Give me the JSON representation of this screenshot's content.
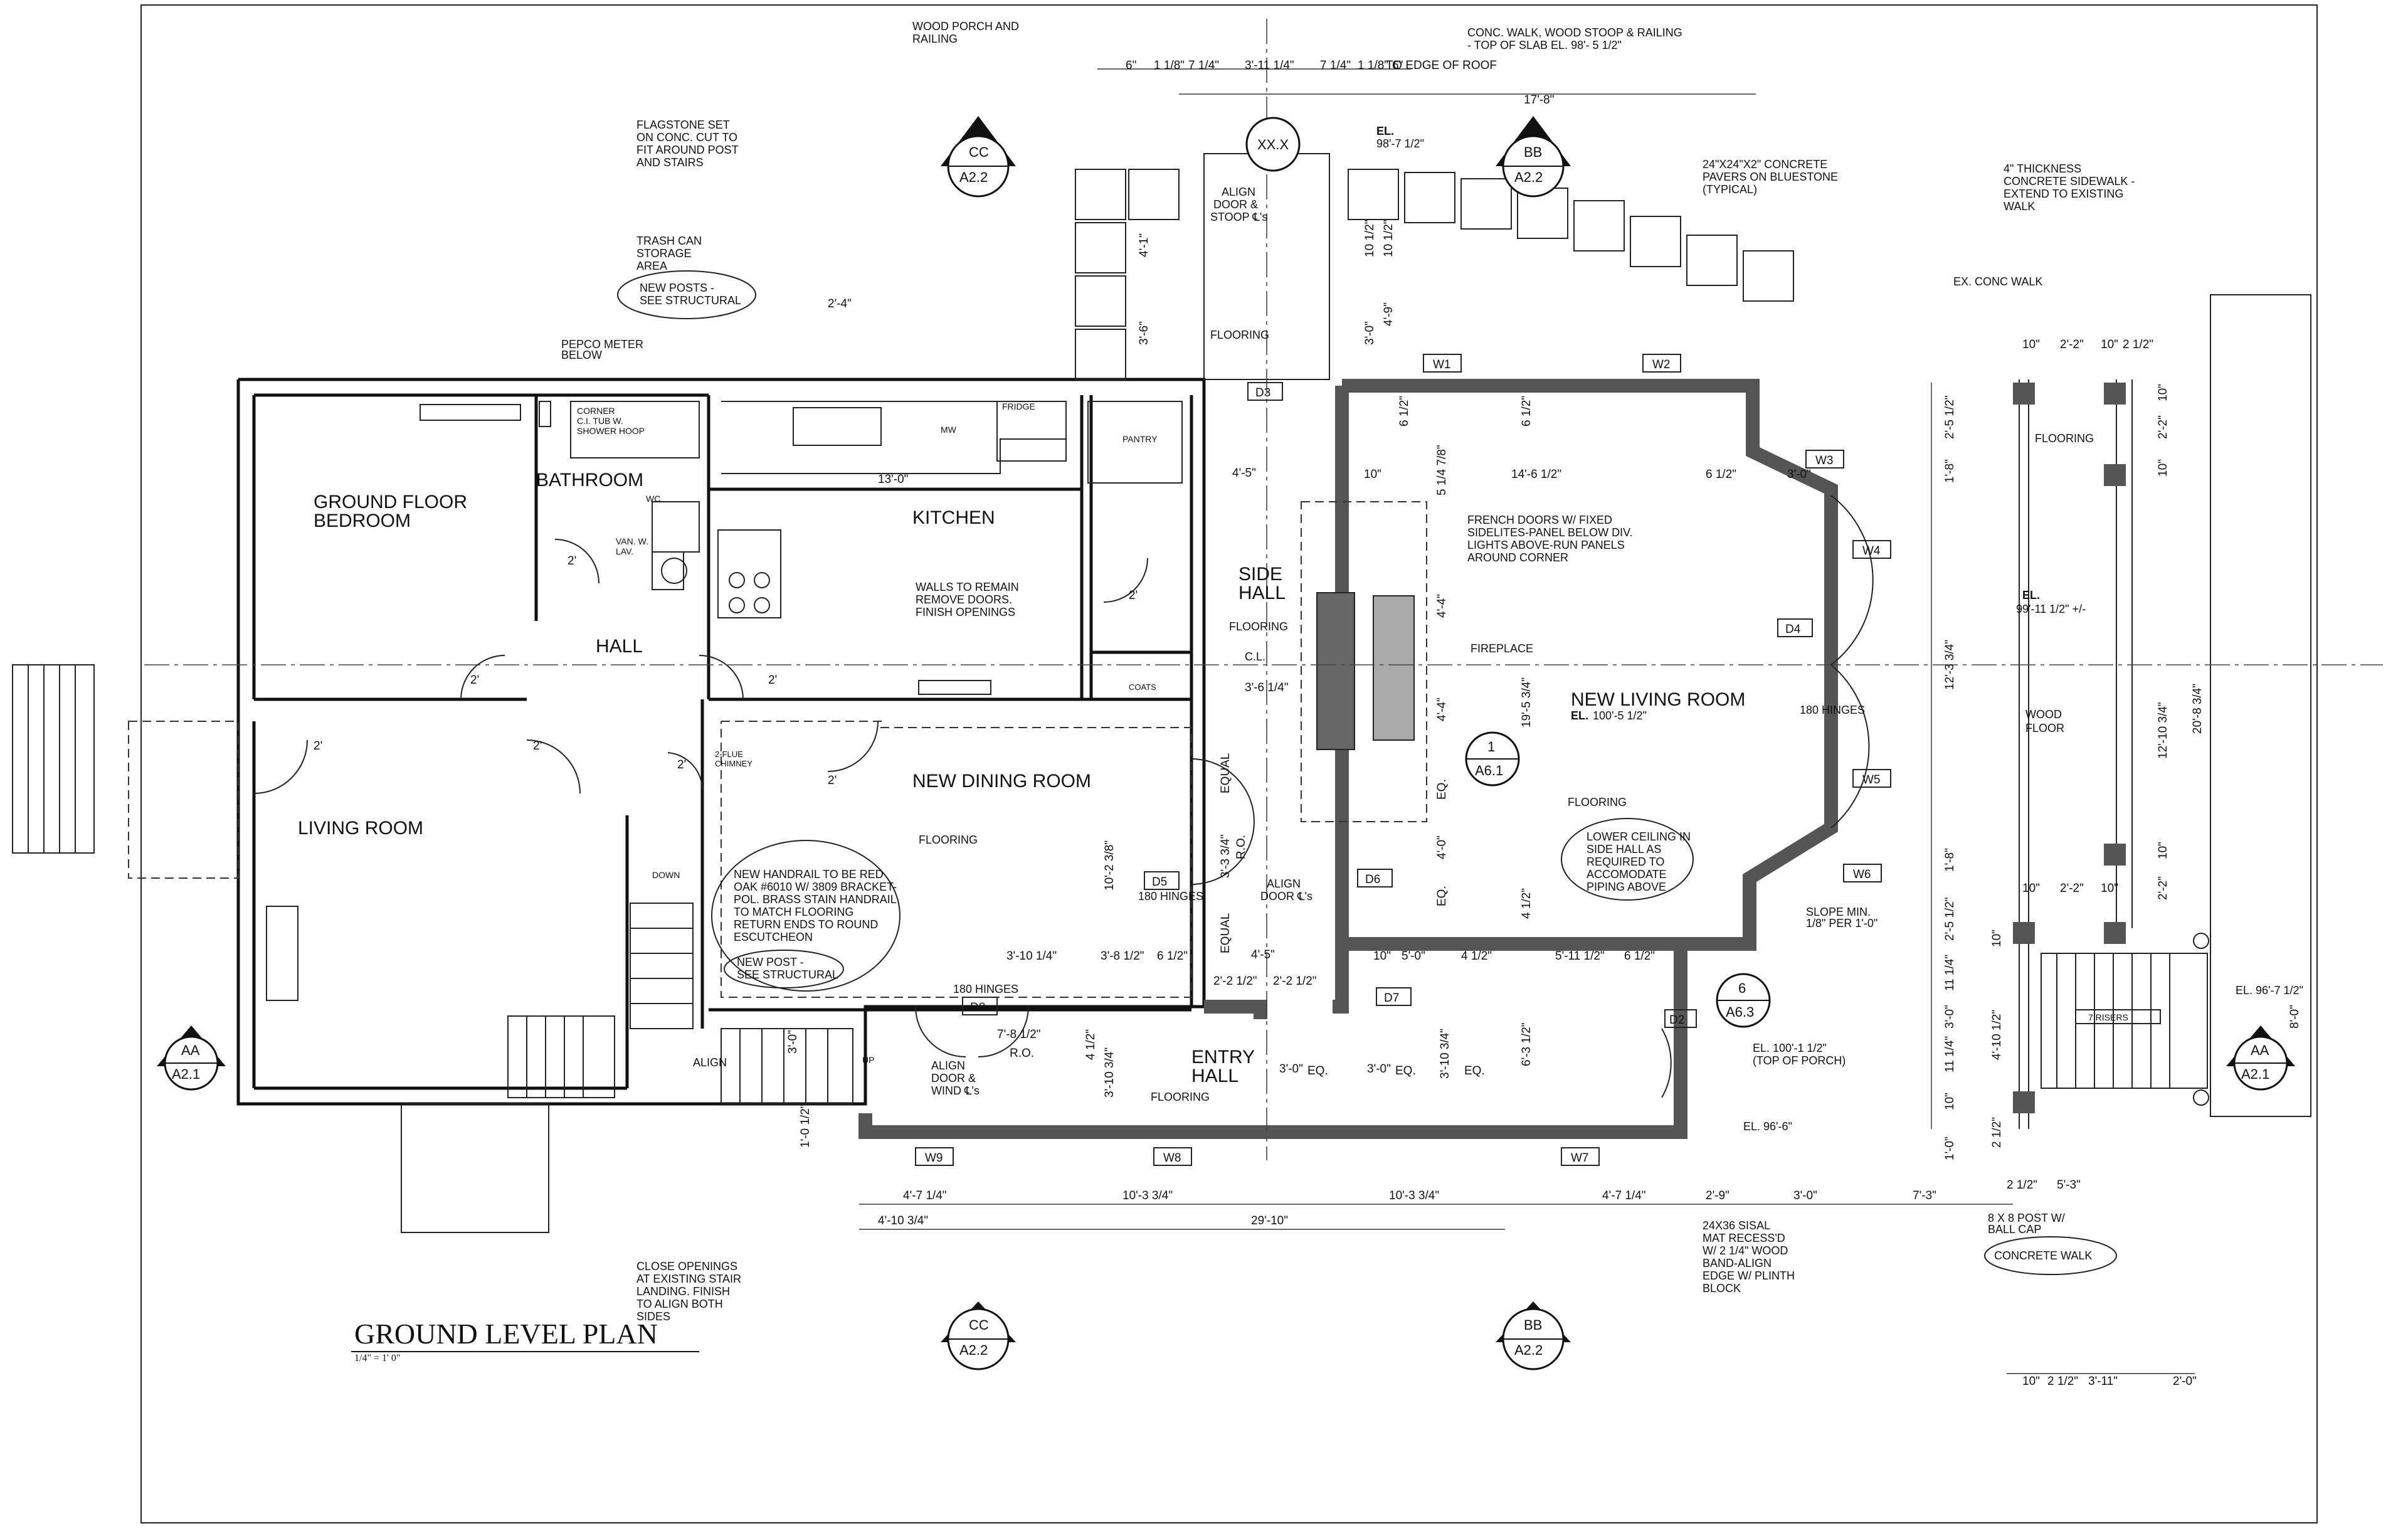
{
  "title": "GROUND LEVEL PLAN",
  "scale": "1/4\" = 1' 0\"",
  "rooms": {
    "ground_floor_bedroom_1": "GROUND FLOOR",
    "ground_floor_bedroom_2": "BEDROOM",
    "bathroom": "BATHROOM",
    "kitchen": "KITCHEN",
    "hall": "HALL",
    "side_hall_1": "SIDE",
    "side_hall_2": "HALL",
    "living_room": "LIVING ROOM",
    "new_dining_room": "NEW DINING ROOM",
    "new_living_room": "NEW LIVING ROOM",
    "entry_hall_1": "ENTRY",
    "entry_hall_2": "HALL",
    "wood_floor_1": "WOOD",
    "wood_floor_2": "FLOOR"
  },
  "notes": {
    "wood_porch": [
      "WOOD PORCH AND",
      "RAILING"
    ],
    "conc_walk": [
      "CONC. WALK, WOOD STOOP & RAILING",
      "- TOP OF SLAB EL. 98'- 5 1/2\""
    ],
    "flagstone": [
      "FLAGSTONE SET",
      "ON CONC. CUT TO",
      "FIT AROUND POST",
      "AND STAIRS"
    ],
    "pavers": [
      "24\"X24\"X2\" CONCRETE",
      "PAVERS ON BLUESTONE",
      "(TYPICAL)"
    ],
    "sidewalk": [
      "4\" THICKNESS",
      "CONCRETE SIDEWALK -",
      "EXTEND TO EXISTING",
      "WALK"
    ],
    "trash": [
      "TRASH CAN",
      "STORAGE",
      "AREA"
    ],
    "new_posts": [
      "NEW POSTS -",
      "SEE STRUCTURAL"
    ],
    "pepco": [
      "PEPCO METER",
      "BELOW"
    ],
    "tub": [
      "CORNER",
      "C.I. TUB W.",
      "SHOWER HOOP"
    ],
    "van": [
      "VAN. W.",
      "LAV."
    ],
    "walls_remain": [
      "WALLS TO REMAIN",
      "REMOVE DOORS.",
      "FINISH OPENINGS"
    ],
    "french_doors": [
      "FRENCH DOORS W/ FIXED",
      "SIDELITES-PANEL BELOW DIV.",
      "LIGHTS ABOVE-RUN PANELS",
      "AROUND CORNER"
    ],
    "fireplace": "FIREPLACE",
    "align_door": [
      "ALIGN",
      "DOOR &",
      "STOOP ℄'s"
    ],
    "handrail": [
      "NEW HANDRAIL TO BE RED",
      "OAK #6010 W/ 3809 BRACKET-",
      "POL. BRASS STAIN HANDRAIL",
      "TO MATCH FLOORING",
      "RETURN ENDS TO ROUND",
      "ESCUTCHEON"
    ],
    "new_post": [
      "NEW POST -",
      "SEE STRUCTURAL"
    ],
    "lower_ceiling": [
      "LOWER CEILING IN",
      "SIDE HALL AS",
      "REQUIRED TO",
      "ACCOMODATE",
      "PIPING ABOVE"
    ],
    "slope": [
      "SLOPE MIN.",
      "1/8\" PER 1'-0\""
    ],
    "sisal": [
      "24X36 SISAL",
      "MAT RECESS'D",
      "W/ 2 1/4\" WOOD",
      "BAND-ALIGN",
      "EDGE W/ PLINTH",
      "BLOCK"
    ],
    "close_openings": [
      "CLOSE OPENINGS",
      "AT EXISTING STAIR",
      "LANDING. FINISH",
      "TO ALIGN BOTH",
      "SIDES"
    ],
    "post_cap": [
      "8 X 8 POST W/",
      "BALL CAP"
    ],
    "concrete_walk": "CONCRETE WALK",
    "ex_conc_walk": "EX. CONC WALK",
    "hinges_living": "180 HINGES",
    "hinges_d5": "180 HINGES",
    "hinges_d8": "180 HINGES",
    "align_wind": [
      "ALIGN",
      "DOOR &",
      "WIND ℄'s"
    ],
    "align_door_cl": [
      "ALIGN",
      "DOOR ℄'s"
    ],
    "fridge": "FRIDGE",
    "mw": "MW",
    "pantry": "PANTRY",
    "coats": "COATS",
    "wc": "WC",
    "chimney": [
      "2-FLUE",
      "CHIMNEY"
    ],
    "down": "DOWN",
    "up": "UP",
    "align": "ALIGN",
    "seven_risers": "7 RISERS",
    "to_edge_roof": "TO EDGE OF ROOF",
    "cl": "C.L."
  },
  "flooring": "FLOORING",
  "elevations": {
    "stoop": [
      "EL.",
      "98'-7 1/2\""
    ],
    "porch": [
      "EL.",
      "99'-11 1/2\" +/-"
    ],
    "living": [
      "EL.",
      "100'-5 1/2\""
    ],
    "porch_top": [
      "EL. 100'-1 1/2\"",
      "(TOP OF PORCH)"
    ],
    "entry_low": "EL. 96'-6\"",
    "stair_right": "EL. 96'-7 1/2\""
  },
  "tags": {
    "windows": [
      "W1",
      "W2",
      "W3",
      "W4",
      "W5",
      "W6",
      "W7",
      "W8",
      "W9"
    ],
    "doors": [
      "D2",
      "D3",
      "D4",
      "D5",
      "D6",
      "D7",
      "D8"
    ]
  },
  "sections": {
    "cc": [
      "CC",
      "A2.2"
    ],
    "bb": [
      "BB",
      "A2.2"
    ],
    "aa": [
      "AA",
      "A2.1"
    ],
    "xx": "XX.X",
    "detail1": [
      "1",
      "A6.1"
    ],
    "detail6": [
      "6",
      "A6.3"
    ]
  },
  "dims": {
    "top": [
      "6\"",
      "1 1/8\"",
      "7 1/4\"",
      "3'-11 1/4\"",
      "7 1/4\"",
      "1 1/8\"",
      "6\""
    ],
    "roof": "17'-8\"",
    "stoop": [
      "4'-1\"",
      "3'-6\"",
      "3'-0\"",
      "4'-9\"",
      "10 1/2\"",
      "10 1/2\""
    ],
    "trash": "2'-4\"",
    "kitchen": "13'-0\"",
    "side_hall": [
      "4'-5\"",
      "3'-6 1/4\"",
      "4'-5\""
    ],
    "living_top": [
      "10\"",
      "14'-6 1/2\"",
      "6 1/2\"",
      "3'-0\""
    ],
    "living_side": [
      "6 1/2\"",
      "6 1/2\"",
      "5 1/4 7/8\"",
      "4'-4\"",
      "4'-4\"",
      "19'-5 3/4\"",
      "4'-0\"",
      "4 1/2\""
    ],
    "dining": [
      "10'-2 3/8\"",
      "3'-10 1/4\"",
      "3'-8 1/2\"",
      "6 1/2\"",
      "2'-2 1/2\"",
      "2'-2 1/2\"",
      "3'-3 3/4\"",
      "7'-8 1/2\""
    ],
    "entry": [
      "10\"",
      "5'-0\"",
      "4 1/2\"",
      "5'-11 1/2\"",
      "6 1/2\"",
      "3'-0\"",
      "3'-0\"",
      "6'-3 1/2\"",
      "3'-10 3/4\"",
      "3'-10 3/4\"",
      "4 1/2\"",
      "3'-0\"",
      "1'-0 1/2\""
    ],
    "entry_eq": [
      "EQ.",
      "EQ.",
      "EQ.",
      "EQ.",
      "EQ.",
      "EQUAL",
      "EQUAL",
      "R.O.",
      "R.O."
    ],
    "bottom": [
      "4'-7 1/4\"",
      "10'-3 3/4\"",
      "10'-3 3/4\"",
      "4'-7 1/4\"",
      "2'-9\"",
      "3'-0\"",
      "7'-3\""
    ],
    "overall": [
      "4'-10 3/4\"",
      "29'-10\""
    ],
    "porch_right": [
      "2'-5 1/2\"",
      "1'-8\"",
      "12'-3 3/4\"",
      "1'-8\"",
      "2'-5 1/2\"",
      "11 1/4\"",
      "3'-0\"",
      "11 1/4\"",
      "10\"",
      "1'-0\""
    ],
    "porch_col": [
      "10\"",
      "2'-2\"",
      "10\"",
      "2 1/2\"",
      "10\"",
      "2'-2\"",
      "10\"",
      "12'-10 3/4\"",
      "20'-8 3/4\"",
      "10\"",
      "2'-2\"",
      "10\"",
      "2'-2\"",
      "10\""
    ],
    "porch_bottom": [
      "10\"",
      "2'-2\"",
      "10\"",
      "2 1/2\"",
      "2 1/2\"",
      "5'-3\"",
      "4'-10 1/2\"",
      "8'-0\"",
      "2 1/2\""
    ],
    "walk_bottom": [
      "10\"",
      "2 1/2\"",
      "3'-11\"",
      "2'-0\""
    ],
    "door_swing": [
      "2'",
      "2'",
      "2'",
      "2'",
      "2'",
      "2'",
      "2'",
      "2'"
    ]
  }
}
